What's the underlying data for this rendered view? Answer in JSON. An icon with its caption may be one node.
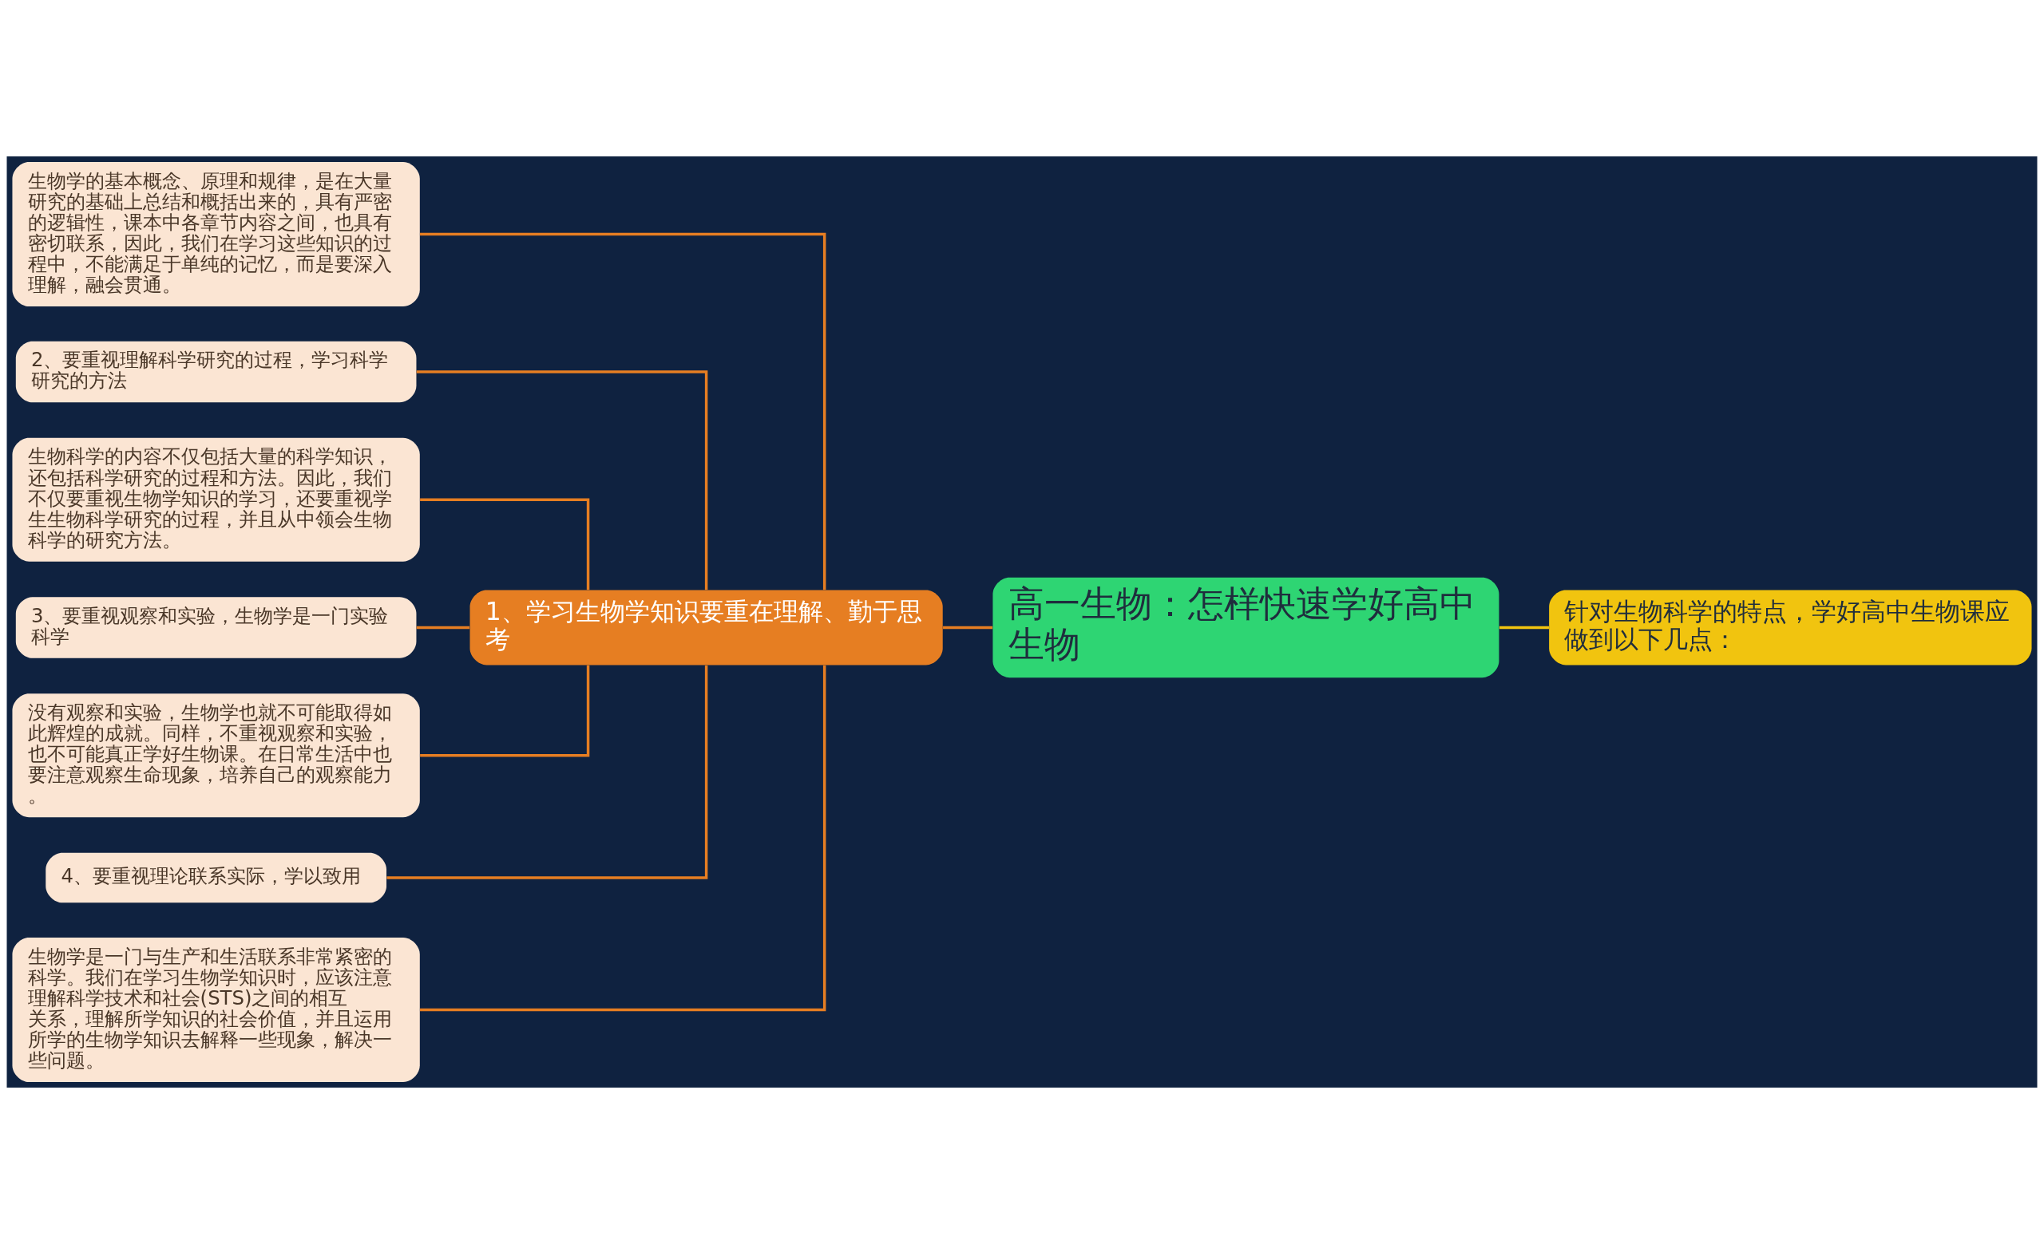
{
  "diagram": {
    "nodes": [
      {
        "text": [
          "高一生物：怎样快速学好高中生物"
        ]
      },
      {
        "text": [
          "1、学习生物学知识要重在理解、勤于思考"
        ]
      },
      {
        "text": [
          "针对生物科学的特点，学好高中生物课应做到以下几点："
        ]
      },
      {
        "text": [
          "生物学的基本概念、原理和规律，是在大量研究的基础上总结和概括出来的，具有严密的逻辑性，课本中各章节内容之间，也具有密切联系，因此，我们在学习这些知识的过程中，不能满足于单纯的记忆，而是要深入理解，融会贯通。"
        ]
      },
      {
        "text": [
          "2、要重视理解科学研究的过程，学习科学研究的方法"
        ]
      },
      {
        "text": [
          "生物科学的内容不仅包括大量的科学知识，还包括科学研究的过程和方法。因此，我们不仅要重视生物学知识的学习，还要重视学生生物科学研究的过程，并且从中领会生物科学的研究方法。"
        ]
      },
      {
        "text": [
          "3、要重视观察和实验，生物学是一门实验科学"
        ]
      },
      {
        "text": [
          "没有观察和实验，生物学也就不可能取得如此辉煌的成就。同样，不重视观察和实验，也不可能真正学好生物课。在日常生活中也要注意观察生命现象，培养自己的观察能力。"
        ]
      },
      {
        "text": [
          "4、要重视理论联系实际，学以致用"
        ]
      },
      {
        "text": [
          "生物学是一门与生产和生活联系非常紧密的科学。我们在学习生物学知识时，应该注意理解科学技术和社会(STS)之间的相互关系，理解所学知识的社会价值，并且运用所学的生物学知识去解释一些现象，解决一些问题。"
        ]
      }
    ],
    "edges": [
      {
        "from": 0,
        "to": 1,
        "arrow": "none"
      },
      {
        "from": 0,
        "to": 2,
        "arrow": "none",
        "color": "#f1c40f"
      },
      {
        "from": 1,
        "to": 3,
        "arrow": "none"
      },
      {
        "from": 1,
        "to": 4,
        "arrow": "none"
      },
      {
        "from": 1,
        "to": 5,
        "arrow": "none"
      },
      {
        "from": 1,
        "to": 6,
        "arrow": "none"
      },
      {
        "from": 1,
        "to": 7,
        "arrow": "none"
      },
      {
        "from": 1,
        "to": 8,
        "arrow": "none"
      },
      {
        "from": 1,
        "to": 9,
        "arrow": "none"
      }
    ]
  }
}
